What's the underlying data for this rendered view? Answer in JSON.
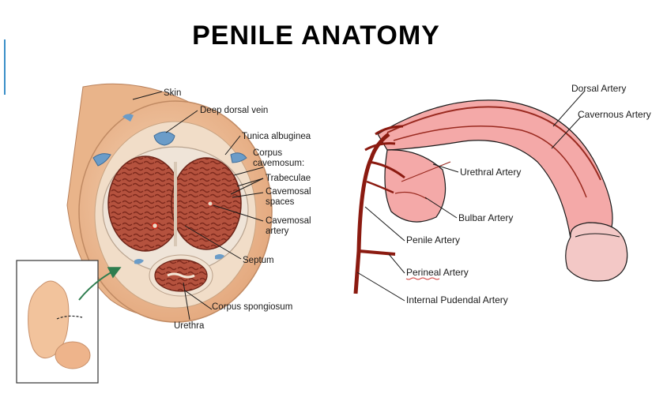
{
  "slide": {
    "title": "PENILE ANATOMY"
  },
  "cross_section": {
    "labels": {
      "skin": "Skin",
      "deep_dorsal_vein": "Deep dorsal vein",
      "tunica": "Tunica albuginea",
      "corpus_cav_1": "Corpus",
      "corpus_cav_2": "cavemosum:",
      "trabeculae": "Trabeculae",
      "cav_spaces_1": "Cavemosal",
      "cav_spaces_2": "spaces",
      "cav_artery_1": "Cavemosal",
      "cav_artery_2": "artery",
      "septum": "Septum",
      "spongiosum": "Corpus spongiosum",
      "urethra": "Urethra"
    }
  },
  "arteries": {
    "labels": {
      "dorsal": "Dorsal Artery",
      "cavernous": "Cavernous Artery",
      "urethral": "Urethral Artery",
      "bulbar": "Bulbar Artery",
      "penile": "Penile Artery",
      "perineal": "Perineal Artery",
      "pudendal": "Internal Pudendal Artery"
    }
  },
  "colors": {
    "tissue": "#b5523e",
    "tissue_dark": "#8a2f22",
    "skin": "#f2c39c",
    "artery": "#8b1a10",
    "shaft": "#f4a9a8",
    "accent": "#3a8fc8"
  }
}
